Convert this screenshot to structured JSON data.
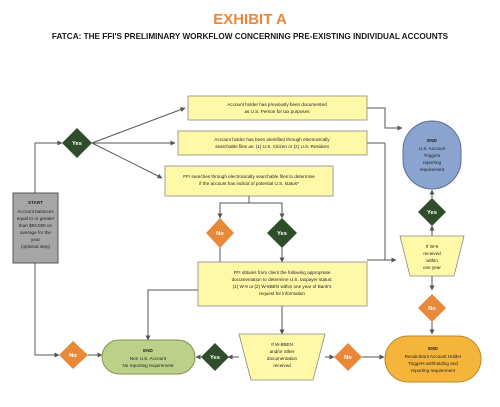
{
  "header": {
    "exhibit": "EXHIBIT A",
    "subtitle": "FATCA: THE FFI'S PRELIMINARY WORKFLOW CONCERNING PRE-EXISTING INDIVIDUAL ACCOUNTS"
  },
  "start": {
    "title": "START",
    "lines": [
      "Account balances",
      "equal to or greater",
      "than $50,000 on",
      "average for the",
      "year",
      "(optional step)"
    ]
  },
  "boxes": {
    "documented": [
      "Account holder has previously been documented",
      "as U.S. Person for tax purposes"
    ],
    "identified": [
      "Account holder has been identified through electronically",
      "searchable files as: (1) U.S. Citizen or (2) U.S. Resident"
    ],
    "searches": [
      "FFI searches through electronically searchable files to determine",
      "if the account has indicia of potential U.S. status*"
    ],
    "obtains": [
      "FFI obtains from client the following appropriate",
      "documentation to determine U.S. taxpayer status:",
      "(1) W-9 or (2) W-8BEN within one year of Bank's",
      "request for information"
    ],
    "w8ben": [
      "If W-8BEN",
      "and/or other",
      "documentation",
      "received"
    ],
    "w9": [
      "If W-9",
      "received",
      "within",
      "one year"
    ]
  },
  "ends": {
    "us_account": {
      "title": "END",
      "lines": [
        "U.S. Account",
        "Triggers",
        "reporting",
        "requirement"
      ]
    },
    "non_us": {
      "title": "END",
      "lines": [
        "Non U.S. Account",
        "No reporting requirement"
      ]
    },
    "recalcitrant": {
      "title": "END",
      "lines": [
        "Recalcitrant Account Holder",
        "Triggers withholding and",
        "reporting requirement"
      ]
    }
  },
  "labels": {
    "yes": "Yes",
    "no": "No"
  },
  "colors": {
    "yes_green": "#2f4d2a",
    "no_orange": "#e8893a",
    "box_yellow": "#fff8a6",
    "end_blue": "#8ba3cf",
    "end_green": "#bcd08a",
    "end_orange": "#f5b53a",
    "start_gray": "#a6a6a6"
  }
}
